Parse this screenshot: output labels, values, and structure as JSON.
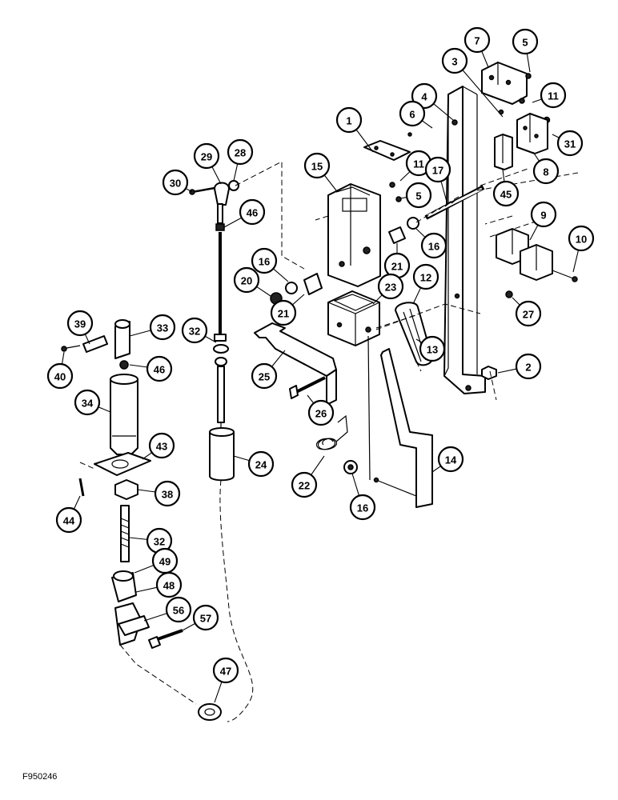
{
  "figure_code": "F950246",
  "callouts": [
    {
      "id": "c1",
      "label": "1"
    },
    {
      "id": "c2",
      "label": "2"
    },
    {
      "id": "c3",
      "label": "3"
    },
    {
      "id": "c4",
      "label": "4"
    },
    {
      "id": "c5a",
      "label": "5"
    },
    {
      "id": "c5b",
      "label": "5"
    },
    {
      "id": "c6",
      "label": "6"
    },
    {
      "id": "c7",
      "label": "7"
    },
    {
      "id": "c8",
      "label": "8"
    },
    {
      "id": "c9",
      "label": "9"
    },
    {
      "id": "c10",
      "label": "10"
    },
    {
      "id": "c11a",
      "label": "11"
    },
    {
      "id": "c11b",
      "label": "11"
    },
    {
      "id": "c12",
      "label": "12"
    },
    {
      "id": "c13",
      "label": "13"
    },
    {
      "id": "c14",
      "label": "14"
    },
    {
      "id": "c15",
      "label": "15"
    },
    {
      "id": "c16a",
      "label": "16"
    },
    {
      "id": "c16b",
      "label": "16"
    },
    {
      "id": "c16c",
      "label": "16"
    },
    {
      "id": "c17",
      "label": "17"
    },
    {
      "id": "c20",
      "label": "20"
    },
    {
      "id": "c21a",
      "label": "21"
    },
    {
      "id": "c21b",
      "label": "21"
    },
    {
      "id": "c22",
      "label": "22"
    },
    {
      "id": "c23",
      "label": "23"
    },
    {
      "id": "c24",
      "label": "24"
    },
    {
      "id": "c25",
      "label": "25"
    },
    {
      "id": "c26",
      "label": "26"
    },
    {
      "id": "c27",
      "label": "27"
    },
    {
      "id": "c28",
      "label": "28"
    },
    {
      "id": "c29",
      "label": "29"
    },
    {
      "id": "c30",
      "label": "30"
    },
    {
      "id": "c31",
      "label": "31"
    },
    {
      "id": "c32a",
      "label": "32"
    },
    {
      "id": "c32b",
      "label": "32"
    },
    {
      "id": "c33",
      "label": "33"
    },
    {
      "id": "c34",
      "label": "34"
    },
    {
      "id": "c38",
      "label": "38"
    },
    {
      "id": "c39",
      "label": "39"
    },
    {
      "id": "c40",
      "label": "40"
    },
    {
      "id": "c43",
      "label": "43"
    },
    {
      "id": "c44",
      "label": "44"
    },
    {
      "id": "c45",
      "label": "45"
    },
    {
      "id": "c46a",
      "label": "46"
    },
    {
      "id": "c46b",
      "label": "46"
    },
    {
      "id": "c47",
      "label": "47"
    },
    {
      "id": "c48",
      "label": "48"
    },
    {
      "id": "c49",
      "label": "49"
    },
    {
      "id": "c56",
      "label": "56"
    },
    {
      "id": "c57",
      "label": "57"
    }
  ]
}
